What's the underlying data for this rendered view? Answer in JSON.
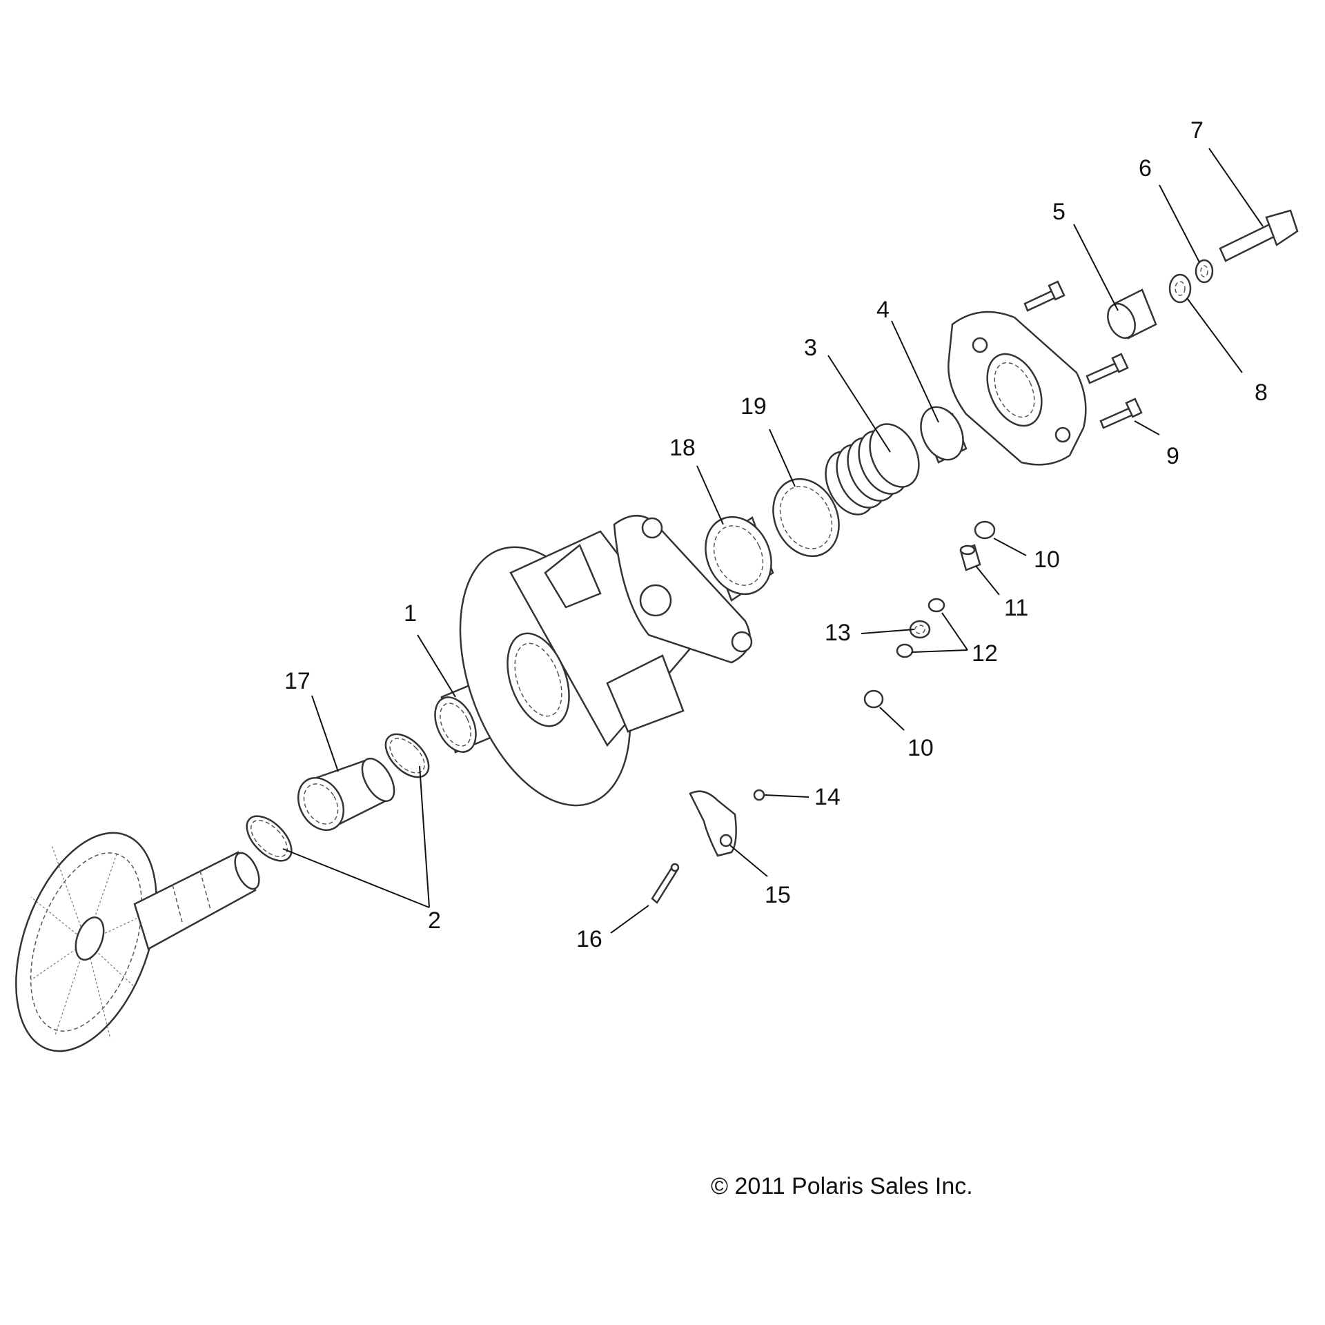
{
  "callouts": [
    {
      "id": "1",
      "text": "1"
    },
    {
      "id": "2",
      "text": "2"
    },
    {
      "id": "3",
      "text": "3"
    },
    {
      "id": "4",
      "text": "4"
    },
    {
      "id": "5",
      "text": "5"
    },
    {
      "id": "6",
      "text": "6"
    },
    {
      "id": "7",
      "text": "7"
    },
    {
      "id": "8",
      "text": "8"
    },
    {
      "id": "9",
      "text": "9"
    },
    {
      "id": "10a",
      "text": "10"
    },
    {
      "id": "10b",
      "text": "10"
    },
    {
      "id": "11",
      "text": "11"
    },
    {
      "id": "12",
      "text": "12"
    },
    {
      "id": "13",
      "text": "13"
    },
    {
      "id": "14",
      "text": "14"
    },
    {
      "id": "15",
      "text": "15"
    },
    {
      "id": "16",
      "text": "16"
    },
    {
      "id": "17",
      "text": "17"
    },
    {
      "id": "18",
      "text": "18"
    },
    {
      "id": "19",
      "text": "19"
    }
  ],
  "copyright": "© 2011 Polaris Sales Inc."
}
